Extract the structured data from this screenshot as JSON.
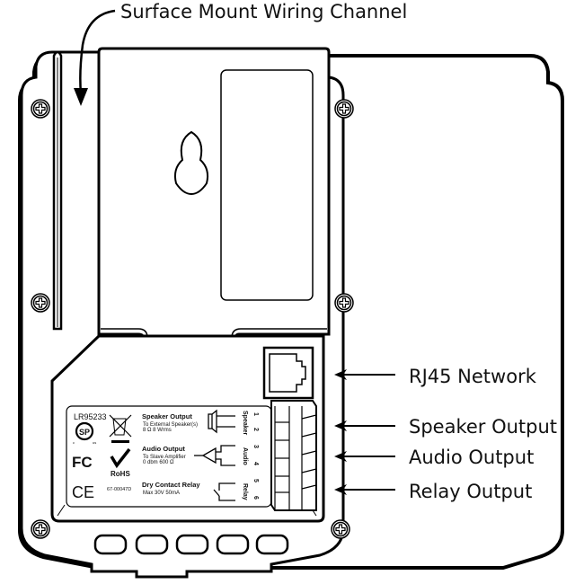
{
  "title_callout": "Surface Mount Wiring Channel",
  "callouts": [
    {
      "id": "rj45",
      "label": "RJ45 Network"
    },
    {
      "id": "speaker",
      "label": "Speaker Output"
    },
    {
      "id": "audio",
      "label": "Audio Output"
    },
    {
      "id": "relay",
      "label": "Relay Output"
    }
  ],
  "label_plate": {
    "model": "LR95233",
    "part_number": "67-00047D",
    "certifications": [
      "CSA",
      "FC",
      "CE",
      "RoHS",
      "WEEE"
    ],
    "csa_text": "SP",
    "csa_c": "c",
    "csa_us": "us",
    "fc_text": "FC",
    "ce_text": "CE",
    "rohs_text": "RoHS",
    "sections": [
      {
        "title": "Speaker Output",
        "line1": "To External Speaker(s)",
        "line2": "8 Ω    8 Wrms",
        "side_label": "Speaker",
        "pins": [
          "1",
          "2"
        ]
      },
      {
        "title": "Audio Output",
        "line1": "To Slave Amplifier",
        "line2": "0 dbm    600 Ω",
        "side_label": "Audio",
        "pins": [
          "3",
          "4"
        ]
      },
      {
        "title": "Dry Contact Relay",
        "line1": "Max  30V   50mA",
        "line2": "",
        "side_label": "Relay",
        "pins": [
          "5",
          "6"
        ]
      }
    ]
  }
}
